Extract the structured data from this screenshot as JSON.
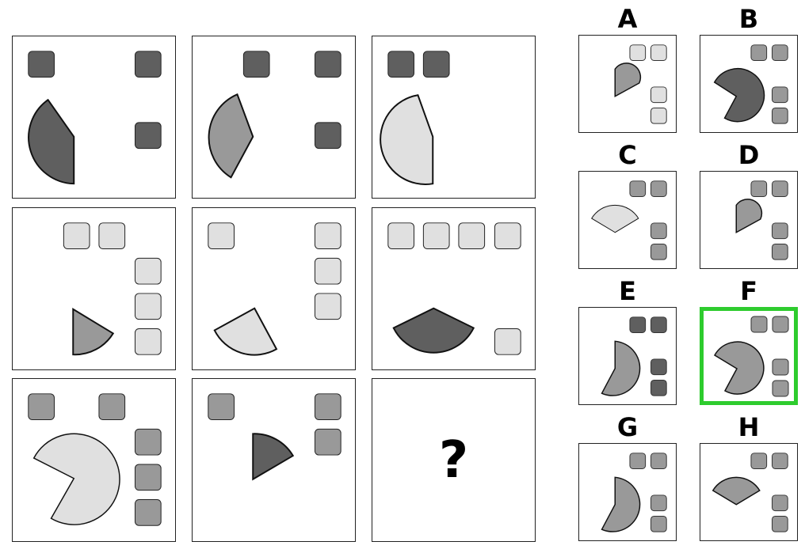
{
  "colors": {
    "dark": "#5f5f5f",
    "mid": "#999999",
    "light": "#e0e0e0",
    "selected_border": "#2ecc2e"
  },
  "puzzle": {
    "question_mark": "?"
  },
  "options": {
    "selected": "F",
    "labels": [
      "A",
      "B",
      "C",
      "D",
      "E",
      "F",
      "G",
      "H"
    ]
  }
}
